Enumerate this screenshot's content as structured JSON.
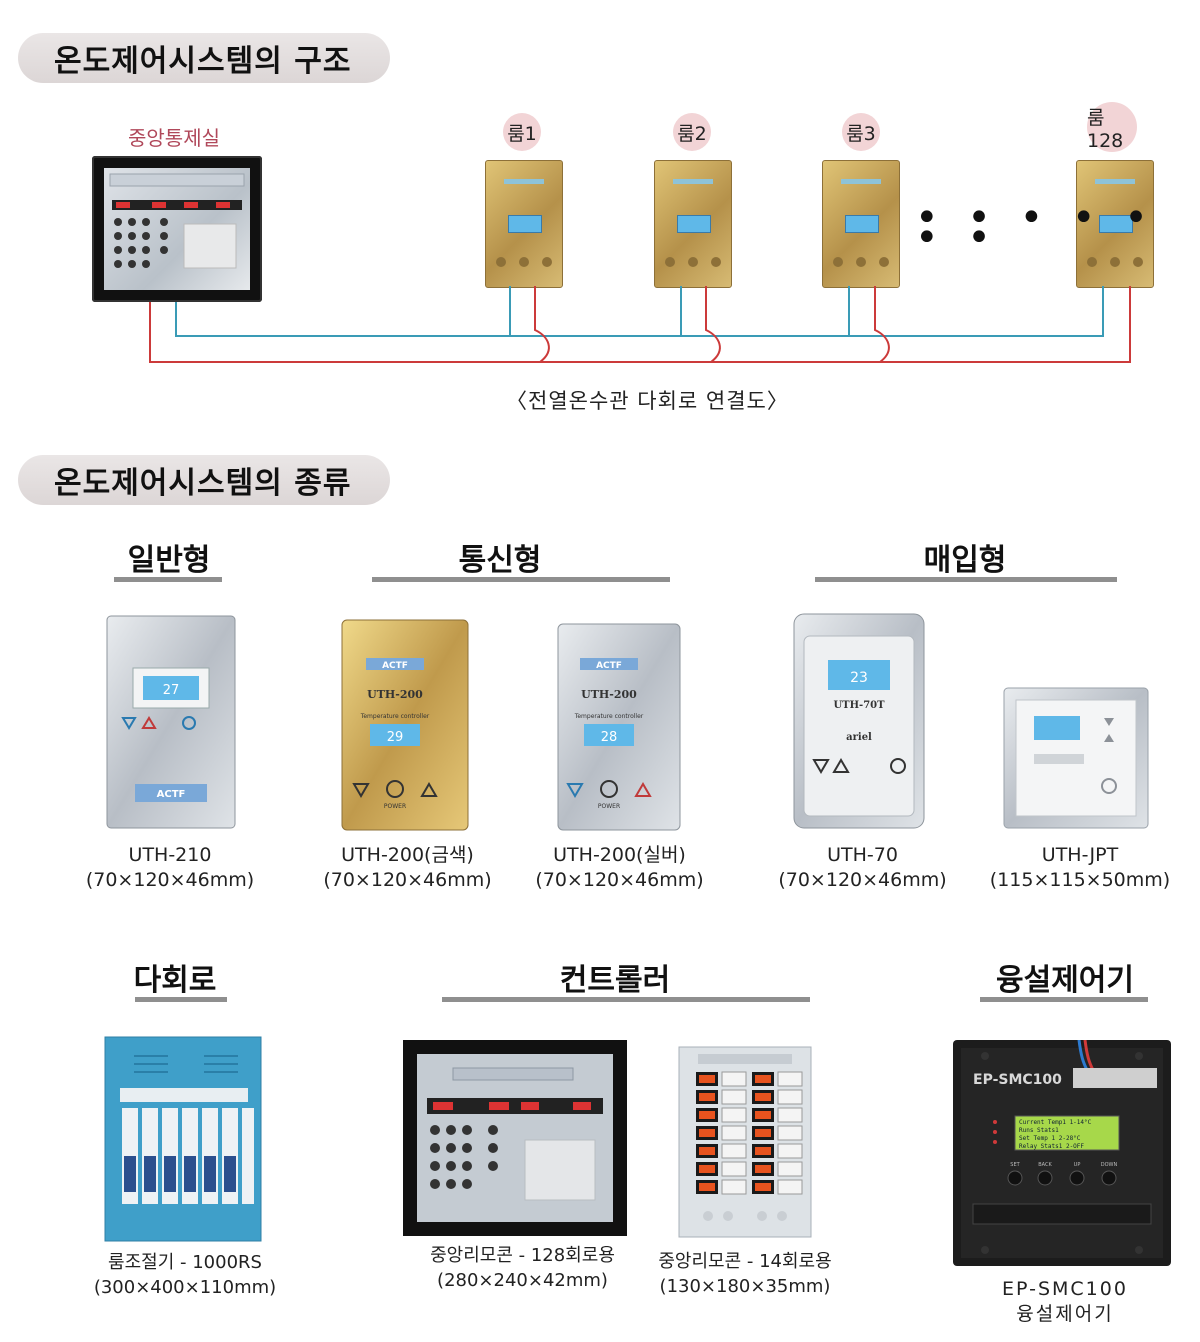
{
  "section1": {
    "title": "온도제어시스템의 구조"
  },
  "structure": {
    "central_label": "중앙통제실",
    "rooms": [
      "룸1",
      "룸2",
      "룸3",
      "룸128"
    ],
    "ellipsis": "• • • • • • •",
    "caption": "〈전열온수관 다회로 연결도〉"
  },
  "section2": {
    "title": "온도제어시스템의 종류"
  },
  "categories": {
    "general": "일반형",
    "comm": "통신형",
    "embedded": "매입형",
    "multi": "다회로",
    "controller": "컨트롤러",
    "snow": "융설제어기"
  },
  "products": [
    {
      "name": "UTH-210",
      "size": "(70×120×46mm)",
      "screen": "27"
    },
    {
      "name": "UTH-200(금색)",
      "size": "(70×120×46mm)",
      "screen": "29",
      "model": "UTH-200"
    },
    {
      "name": "UTH-200(실버)",
      "size": "(70×120×46mm)",
      "screen": "28",
      "model": "UTH-200"
    },
    {
      "name": "UTH-70",
      "size": "(70×120×46mm)",
      "screen": "23",
      "model": "UTH-70T"
    },
    {
      "name": "UTH-JPT",
      "size": "(115×115×50mm)"
    },
    {
      "name": "룸조절기 - 1000RS",
      "size": "(300×400×110mm)"
    },
    {
      "name": "중앙리모콘 - 128회로용",
      "size": "(280×240×42mm)"
    },
    {
      "name": "중앙리모콘 - 14회로용",
      "size": "(130×180×35mm)"
    },
    {
      "name": "EP-SMC100",
      "size": "융설제어기",
      "model": "EP-SMC100"
    }
  ],
  "device_text": {
    "brand": "ACTF",
    "temp_ctrl": "Temperature controller",
    "power": "POWER",
    "ariel": "ariel",
    "lcd_line1": "Current Temp1 1-14°C",
    "lcd_line2": "Runs Stats1",
    "lcd_line3": "Set Temp 1 2-28°C",
    "lcd_line4": "Relay Stats1 2-OFF",
    "btn_set": "SET",
    "btn_back": "BACK",
    "btn_up": "UP",
    "btn_down": "DOWN"
  },
  "colors": {
    "pill_bg": "#e2dcdc",
    "room_label_bg": "#f2d4d6",
    "central_label": "#b0485a",
    "wire_red": "#cc3a3a",
    "wire_blue": "#3a9bb6",
    "gold": "#c9a55a",
    "silver": "#c8ccd2",
    "lcd_blue": "#5fb8e8"
  }
}
